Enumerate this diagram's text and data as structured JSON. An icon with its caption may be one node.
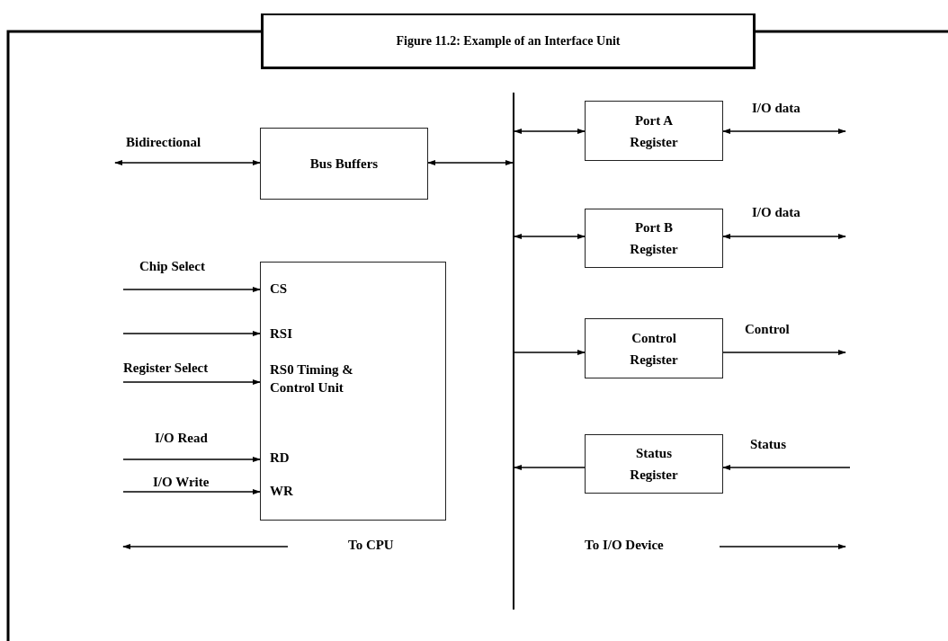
{
  "diagram": {
    "title": "Figure 11.2: Example of an Interface Unit",
    "nodes": [
      {
        "text": [
          "Bus Buffers"
        ]
      },
      {
        "text": [
          "Port A Register"
        ]
      },
      {
        "text": [
          "Port B Register"
        ]
      },
      {
        "text": [
          "CS",
          "RSI",
          "RS0 Timing & Control Unit",
          "RD",
          "WR"
        ]
      },
      {
        "text": [
          "Control Register"
        ]
      },
      {
        "text": [
          "Status Register"
        ]
      },
      {
        "text": [],
        "shape": "bar"
      }
    ],
    "edges": [
      {
        "from": null,
        "to": 0,
        "arrow": "both",
        "label": "Bidirectional"
      },
      {
        "from": 0,
        "to": 6,
        "arrow": "both"
      },
      {
        "from": 6,
        "to": 1,
        "arrow": "both"
      },
      {
        "from": 1,
        "to": null,
        "arrow": "both",
        "label": "I/O data"
      },
      {
        "from": 6,
        "to": 2,
        "arrow": "both"
      },
      {
        "from": 2,
        "to": null,
        "arrow": "both",
        "label": "I/O data"
      },
      {
        "from": null,
        "to": 3,
        "arrow": "to",
        "label": "Chip Select"
      },
      {
        "from": null,
        "to": 3,
        "arrow": "to"
      },
      {
        "from": null,
        "to": 3,
        "arrow": "to",
        "label": "Register Select"
      },
      {
        "from": null,
        "to": 3,
        "arrow": "to",
        "label": "I/O Read"
      },
      {
        "from": null,
        "to": 3,
        "arrow": "to",
        "label": "I/O Write"
      },
      {
        "from": 6,
        "to": 4,
        "arrow": "to"
      },
      {
        "from": 4,
        "to": null,
        "arrow": "to",
        "label": "Control"
      },
      {
        "from": null,
        "to": 5,
        "arrow": "to",
        "label": "Status"
      },
      {
        "from": 5,
        "to": 6,
        "arrow": "to"
      }
    ],
    "labels": [
      "To CPU",
      "To I/O Device"
    ]
  }
}
